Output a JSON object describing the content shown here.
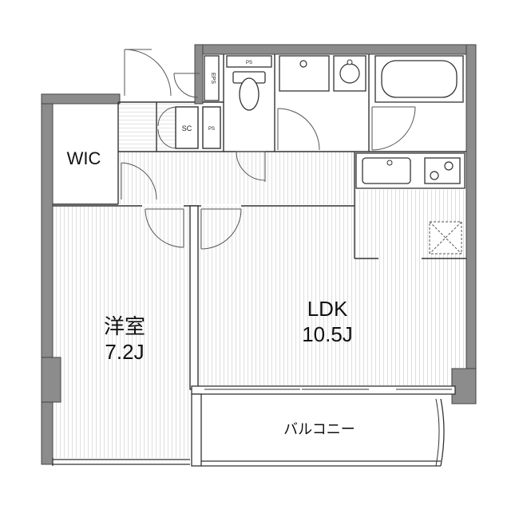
{
  "floorplan": {
    "rooms": {
      "wic": "WIC",
      "western_room_name": "洋室",
      "western_room_size": "7.2J",
      "ldk_name": "LDK",
      "ldk_size": "10.5J",
      "balcony": "バルコニー"
    },
    "markers": {
      "shoe_closet": "SC",
      "pipe_space_1": "PS",
      "pipe_space_2": "PS",
      "eps": "EPS"
    },
    "colors": {
      "wall": "#8c8c8c",
      "floor_stripe": "#dedede",
      "outline": "#333333"
    }
  }
}
